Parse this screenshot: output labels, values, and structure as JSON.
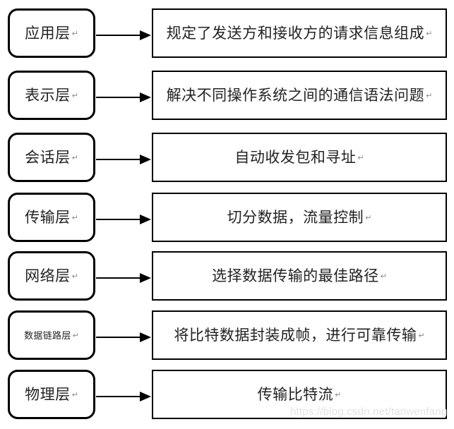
{
  "diagram": {
    "type": "osi-seven-layer-model",
    "return_glyph": "↵",
    "rows": [
      {
        "layer": "应用层",
        "description": "规定了发送方和接收方的请求信息组成",
        "layer_small": false
      },
      {
        "layer": "表示层",
        "description": "解决不同操作系统之间的通信语法问题",
        "layer_small": false
      },
      {
        "layer": "会话层",
        "description": "自动收发包和寻址",
        "layer_small": false
      },
      {
        "layer": "传输层",
        "description": "切分数据，流量控制",
        "layer_small": false
      },
      {
        "layer": "网络层",
        "description": "选择数据传输的最佳路径",
        "layer_small": false
      },
      {
        "layer": "数据链路层",
        "description": "将比特数据封装成帧，进行可靠传输",
        "layer_small": true
      },
      {
        "layer": "物理层",
        "description": "传输比特流",
        "layer_small": false
      }
    ]
  },
  "watermark": {
    "text": "https://blog.csdn.net/tanwenfang"
  },
  "colors": {
    "stroke": "#000000",
    "text": "#222222",
    "return_glyph": "#8a8a8a",
    "watermark": "#e2e2e2",
    "background": "#ffffff"
  }
}
